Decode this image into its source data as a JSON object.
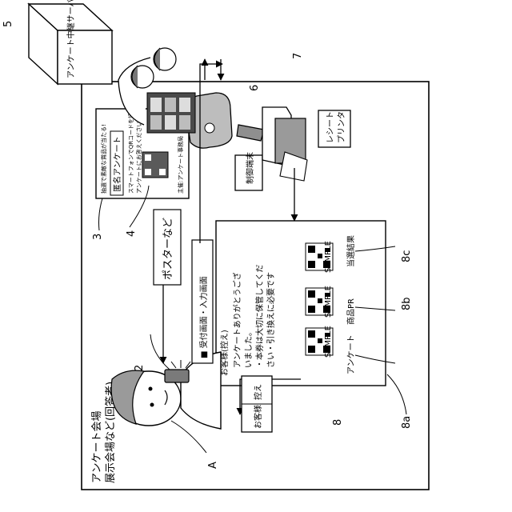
{
  "venue": {
    "line1": "アンケート会場",
    "line2": "展示会場など(回答者)"
  },
  "labels": {
    "server": "アンケート中継サーバ",
    "control_terminal": "制御端末",
    "printer_l1": "レシート",
    "printer_l2": "プリンタ",
    "poster": "ポスターなど",
    "reception": "■ 受付画面・入力画面",
    "customer": "お客様",
    "copy": "控え"
  },
  "poster_card": {
    "header": "抽選で素敵な賞品が当たる!",
    "title": "匿名アンケート",
    "note1": "スマートフォンでQRコードを読み取って",
    "note2": "アンケートにお答えください",
    "footer": "主催:アンケート事務局"
  },
  "receipt": {
    "title": "お客様(控え)",
    "line1": "アンケートありがとうござ",
    "line2": "いました。",
    "line3": "・本券は大切に保管してくだ",
    "line4": "さい・引き換えに必要です",
    "codes": [
      {
        "label": "アンケート",
        "sample": "SAMPLE"
      },
      {
        "label": "商品PR",
        "sample": "SAMPLE"
      },
      {
        "label": "当選結果",
        "sample": "SAMPLE"
      }
    ]
  },
  "refs": {
    "r2": "2",
    "r3": "3",
    "r4": "4",
    "r5": "5",
    "r6": "6",
    "r7": "7",
    "r8": "8",
    "r8a": "8a",
    "r8b": "8b",
    "r8c": "8c",
    "rA": "A"
  }
}
